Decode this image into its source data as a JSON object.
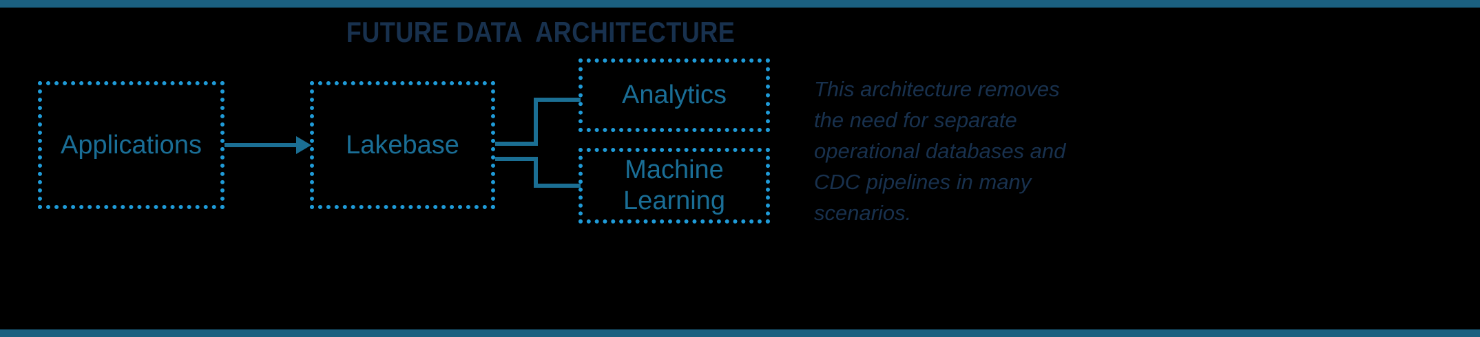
{
  "theme": {
    "background": "#000000",
    "rule_color": "#1b6080",
    "box_border_color": "#1f9bd8",
    "box_text_color": "#1a6e96",
    "title_color": "#18314e",
    "connector_color": "#1b6f94",
    "caption_color": "#18314e"
  },
  "title": "FUTURE DATA  ARCHITECTURE",
  "nodes": [
    {
      "id": "applications",
      "label": "Applications"
    },
    {
      "id": "lakebase",
      "label": "Lakebase"
    },
    {
      "id": "analytics",
      "label": "Analytics"
    },
    {
      "id": "machine_learning",
      "label": "Machine Learning"
    }
  ],
  "caption": "This architecture removes the need for separate operational databases and CDC pipelines in many scenarios."
}
